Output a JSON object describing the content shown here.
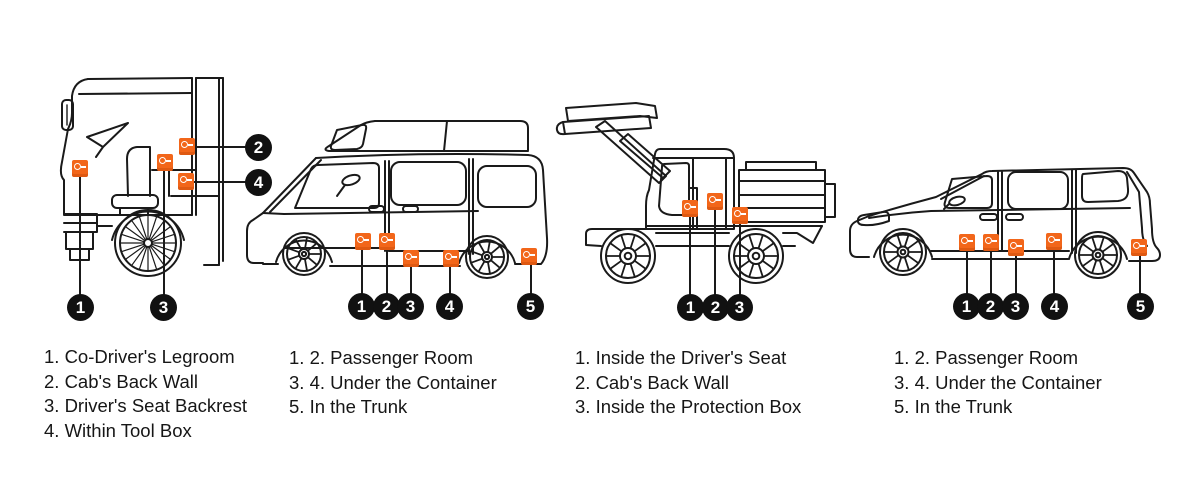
{
  "figure": {
    "accent_color": "#F2661A",
    "line_color": "#1a1a1a",
    "badge_color": "#111111",
    "tracker_icon": "gps-tracker-device",
    "panels": [
      {
        "vehicle": "cab-over-truck",
        "badges": [
          "1",
          "2",
          "3",
          "4"
        ],
        "legend": [
          "1. Co-Driver's Legroom",
          "2. Cab's Back Wall",
          "3. Driver's Seat Backrest",
          "4. Within Tool Box"
        ]
      },
      {
        "vehicle": "panel-van",
        "badges": [
          "1",
          "2",
          "3",
          "4",
          "5"
        ],
        "legend": [
          "1. 2. Passenger Room",
          "3. 4. Under the Container",
          "5. In the Trunk"
        ]
      },
      {
        "vehicle": "loader-dump-truck",
        "badges": [
          "1",
          "2",
          "3"
        ],
        "legend": [
          "1. Inside the Driver's Seat",
          "2. Cab's Back Wall",
          "3. Inside the Protection Box"
        ]
      },
      {
        "vehicle": "suv-wagon",
        "badges": [
          "1",
          "2",
          "3",
          "4",
          "5"
        ],
        "legend": [
          "1. 2. Passenger Room",
          "3. 4. Under the Container",
          "5. In the Trunk"
        ]
      }
    ]
  }
}
